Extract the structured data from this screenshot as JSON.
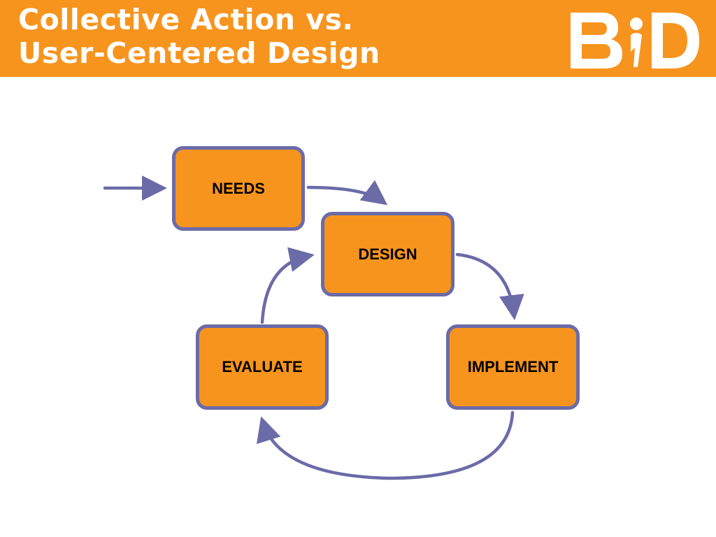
{
  "slide": {
    "title_line1": "Collective Action vs.",
    "title_line2": "User-Centered Design",
    "logo_text": "BiD"
  },
  "diagram": {
    "nodes": {
      "needs": "NEEDS",
      "design": "DESIGN",
      "evaluate": "EVALUATE",
      "implement": "IMPLEMENT"
    },
    "edges": [
      {
        "from": "",
        "to": "needs"
      },
      {
        "from": "needs",
        "to": "design"
      },
      {
        "from": "design",
        "to": "implement"
      },
      {
        "from": "implement",
        "to": "evaluate"
      },
      {
        "from": "evaluate",
        "to": "design"
      }
    ]
  },
  "colors": {
    "header": "#f7941d",
    "box_fill": "#f7941d",
    "box_border": "#6b6ba8",
    "arrow": "#6b6ba8",
    "title_text": "#ffffff"
  }
}
